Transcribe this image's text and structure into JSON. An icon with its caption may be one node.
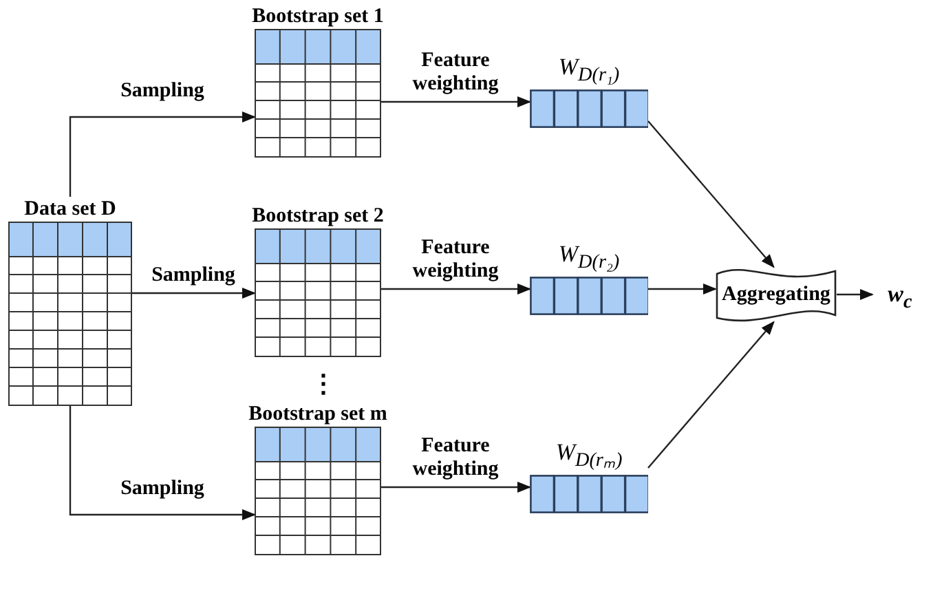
{
  "diagram": {
    "nodes": [
      {
        "text": [
          "Data set D"
        ]
      },
      {
        "text": [
          "Bootstrap set 1"
        ]
      },
      {
        "text": [
          "Bootstrap set 2"
        ]
      },
      {
        "text": [
          "Bootstrap set m"
        ]
      },
      {
        "text": [
          "W$_{D(r₁)}$"
        ]
      },
      {
        "text": [
          "W$_{D(r₂)}$"
        ]
      },
      {
        "text": [
          "W$_{D(rₘ)}$"
        ]
      },
      {
        "text": [
          "Aggregating"
        ]
      },
      {
        "text": [
          "w$_{c}$"
        ]
      }
    ],
    "edges": [
      {
        "from": 0,
        "to": 1,
        "arrow": "to",
        "label": "Sampling"
      },
      {
        "from": 0,
        "to": 2,
        "arrow": "to",
        "label": "Sampling"
      },
      {
        "from": 0,
        "to": 3,
        "arrow": "to",
        "label": "Sampling"
      },
      {
        "from": 1,
        "to": 4,
        "arrow": "to",
        "label": "Feature weighting"
      },
      {
        "from": 2,
        "to": 5,
        "arrow": "to",
        "label": "Feature weighting"
      },
      {
        "from": 3,
        "to": 6,
        "arrow": "to",
        "label": "Feature weighting"
      },
      {
        "from": 4,
        "to": 7,
        "arrow": "to"
      },
      {
        "from": 5,
        "to": 7,
        "arrow": "to"
      },
      {
        "from": 6,
        "to": 7,
        "arrow": "to"
      },
      {
        "from": 7,
        "to": 8,
        "arrow": "to"
      }
    ],
    "labels": [
      "⋮"
    ]
  }
}
